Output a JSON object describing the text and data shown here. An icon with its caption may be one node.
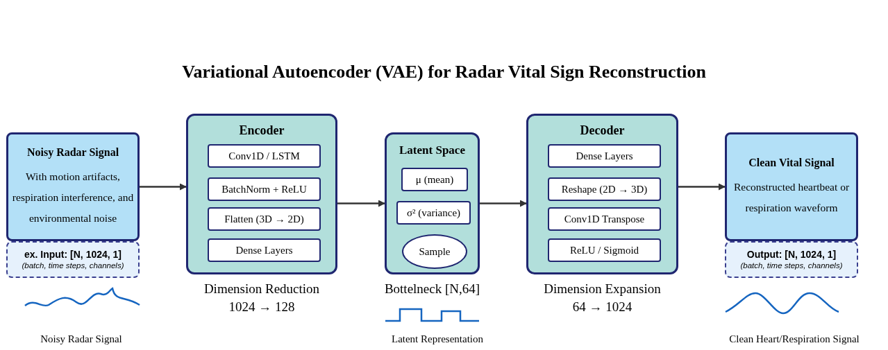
{
  "diagram": {
    "title": "Variational Autoencoder (VAE) for Radar Vital Sign Reconstruction",
    "nodes": [
      {
        "text": [
          "Noisy Radar Signal",
          "With motion artifacts, respiration interference, and environmental noise"
        ]
      },
      {
        "text": [
          "ex. Input: [N, 1024, 1]",
          "(batch, time steps, channels)"
        ]
      },
      {
        "text": [
          "Encoder"
        ],
        "beside": [
          "Dimension Reduction",
          "1024 → 128"
        ]
      },
      {
        "text": [
          "Conv1D / LSTM"
        ],
        "in": 2
      },
      {
        "text": [
          "BatchNorm + ReLU"
        ],
        "in": 2
      },
      {
        "text": [
          "Flatten (3D → 2D)"
        ],
        "in": 2
      },
      {
        "text": [
          "Dense Layers"
        ],
        "in": 2
      },
      {
        "text": [
          "Latent Space"
        ],
        "beside": [
          "Bottelneck [N,64]"
        ]
      },
      {
        "text": [
          "μ (mean)"
        ],
        "in": 7
      },
      {
        "text": [
          "σ² (variance)"
        ],
        "in": 7
      },
      {
        "text": [
          "Sample"
        ],
        "in": 7
      },
      {
        "text": [
          "Decoder"
        ],
        "beside": [
          "Dimension Expansion",
          "64 → 1024"
        ]
      },
      {
        "text": [
          "Dense Layers"
        ],
        "in": 11
      },
      {
        "text": [
          "Reshape (2D → 3D)"
        ],
        "in": 11
      },
      {
        "text": [
          "Conv1D Transpose"
        ],
        "in": 11
      },
      {
        "text": [
          "ReLU / Sigmoid"
        ],
        "in": 11
      },
      {
        "text": [
          "Clean Vital Signal",
          "Reconstructed heartbeat or respiration waveform"
        ]
      },
      {
        "text": [
          "Output: [N, 1024, 1]",
          "(batch, time steps, channels)"
        ]
      }
    ],
    "edges": [
      {
        "from": 0,
        "to": 2,
        "arrow": "to"
      },
      {
        "from": 2,
        "to": 7,
        "arrow": "to"
      },
      {
        "from": 7,
        "to": 11,
        "arrow": "to"
      },
      {
        "from": 11,
        "to": 16,
        "arrow": "to"
      }
    ],
    "labels": [
      "Noisy Radar Signal",
      "Latent Representation",
      "Clean Heart/Respiration Signal"
    ]
  }
}
